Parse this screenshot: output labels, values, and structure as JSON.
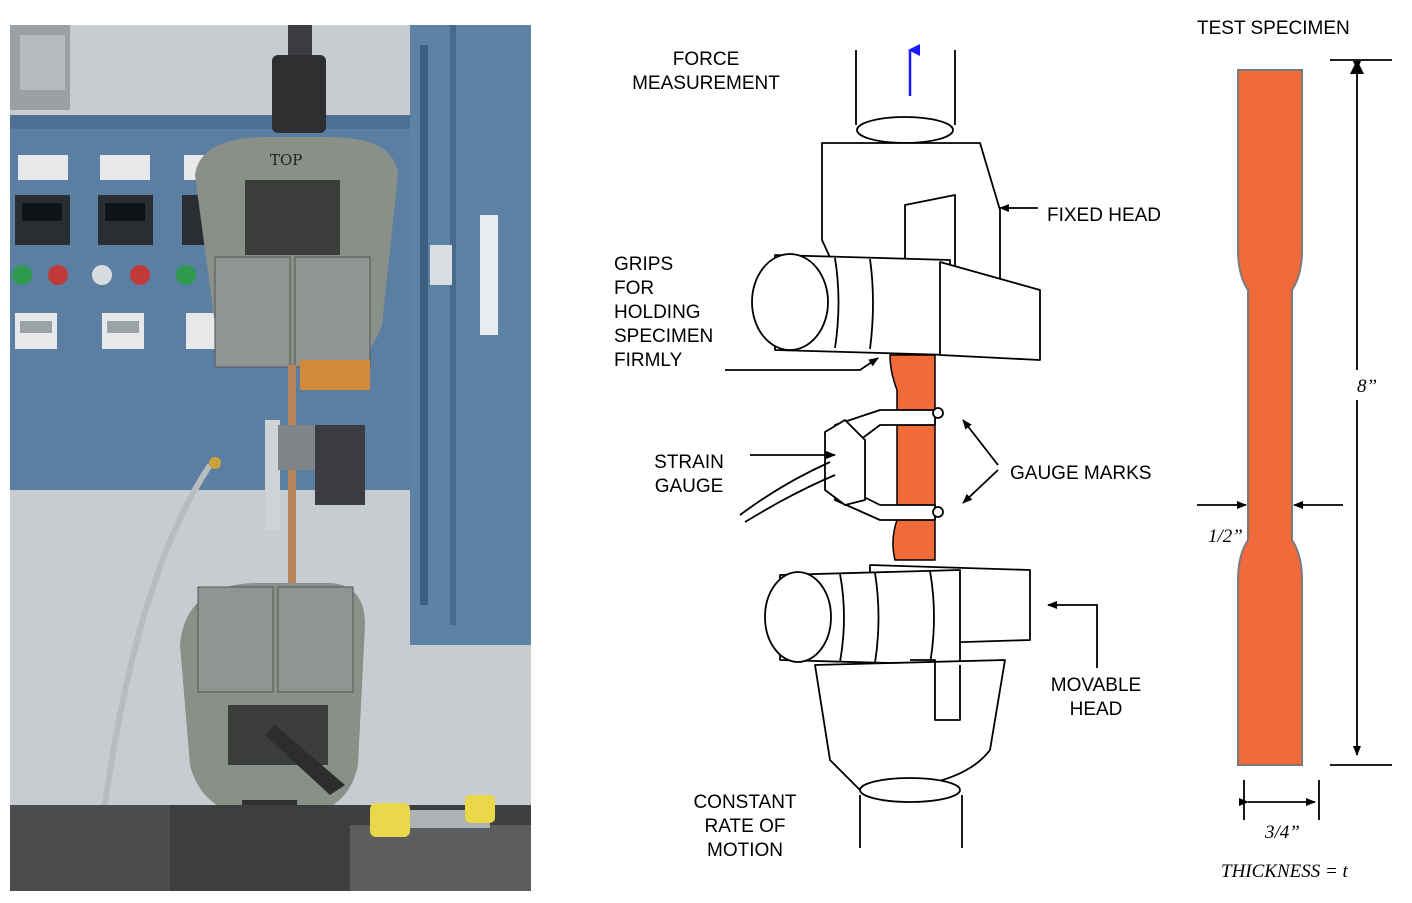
{
  "labels": {
    "force_measurement": [
      "FORCE",
      "MEASUREMENT"
    ],
    "fixed_head": "FIXED HEAD",
    "grips": [
      "GRIPS",
      "FOR",
      "HOLDING",
      "SPECIMEN",
      "FIRMLY"
    ],
    "strain_gauge": [
      "STRAIN",
      "GAUGE"
    ],
    "gauge_marks": "GAUGE MARKS",
    "movable_head": [
      "MOVABLE",
      "HEAD"
    ],
    "constant_rate": [
      "CONSTANT",
      "RATE OF",
      "MOTION"
    ],
    "test_specimen": "TEST SPECIMEN"
  },
  "dimensions": {
    "length": "8”",
    "gauge_width": "1/2”",
    "grip_width": "3/4”",
    "thickness": "THICKNESS = t"
  },
  "colors": {
    "specimen_fill": "#f26a3a",
    "force_arrow": "#1a1aff",
    "panel_blue": "#5a7fa3",
    "grip_gray": "#8a8f88"
  },
  "icons": {
    "force_arrow": "up-arrow-icon"
  }
}
